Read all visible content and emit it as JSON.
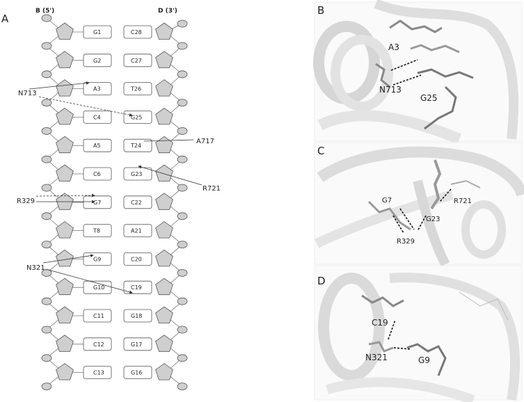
{
  "panel_a": {
    "letter": "A",
    "strand_b_label": "B (5')",
    "strand_d_label": "D (3')",
    "pairs": [
      {
        "left": "G1",
        "right": "C28"
      },
      {
        "left": "G2",
        "right": "C27"
      },
      {
        "left": "A3",
        "right": "T26"
      },
      {
        "left": "C4",
        "right": "G25"
      },
      {
        "left": "A5",
        "right": "T24"
      },
      {
        "left": "C6",
        "right": "G23"
      },
      {
        "left": "G7",
        "right": "C22"
      },
      {
        "left": "T8",
        "right": "A21"
      },
      {
        "left": "G9",
        "right": "C20"
      },
      {
        "left": "G10",
        "right": "C19"
      },
      {
        "left": "C11",
        "right": "G18"
      },
      {
        "left": "C12",
        "right": "G17"
      },
      {
        "left": "C13",
        "right": "G16"
      }
    ],
    "residues": [
      "N713",
      "A717",
      "R721",
      "R329",
      "N321"
    ]
  },
  "panel_b": {
    "letter": "B",
    "labels": [
      "A3",
      "N713",
      "G25"
    ]
  },
  "panel_c": {
    "letter": "C",
    "labels": [
      "G7",
      "G23",
      "R721",
      "R329"
    ]
  },
  "panel_d": {
    "letter": "D",
    "labels": [
      "C19",
      "N321",
      "G9"
    ]
  }
}
